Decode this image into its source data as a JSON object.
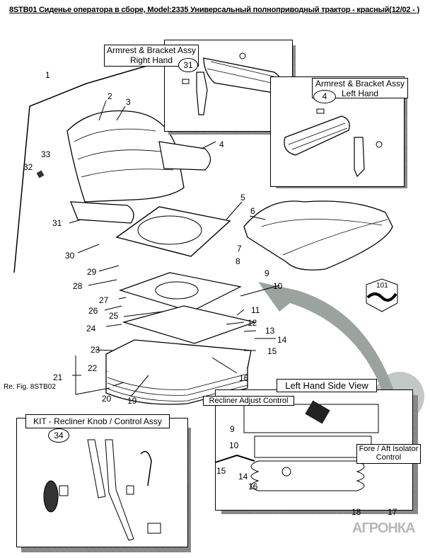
{
  "title": "8STB01 Сиденье оператора в сборе, Model:2335 Универсальный полноприводный трактор - красный(12/02 - )",
  "insets": {
    "right_armrest": {
      "caption_line1": "Armrest & Bracket Assy",
      "caption_line2": "Right Hand",
      "part_no": "31"
    },
    "left_armrest": {
      "caption_line1": "Armrest & Bracket Assy",
      "caption_line2": "Left Hand",
      "part_no": "4"
    },
    "recliner_kit": {
      "caption": "KIT - Recliner Knob / Control Assy",
      "part_no": "34"
    },
    "side_view": {
      "caption": "Left Hand Side View",
      "recliner_label": "Recliner Adjust Control",
      "isolator_label_line1": "Fore / Aft  Isolator",
      "isolator_label_line2": "Control",
      "callouts": [
        "9",
        "10",
        "15",
        "14",
        "16",
        "18",
        "17"
      ]
    }
  },
  "callouts": [
    "1",
    "2",
    "3",
    "4",
    "5",
    "6",
    "7",
    "8",
    "9",
    "10",
    "11",
    "12",
    "13",
    "14",
    "15",
    "16",
    "19",
    "20",
    "21",
    "22",
    "23",
    "24",
    "25",
    "26",
    "27",
    "28",
    "29",
    "30",
    "31",
    "32",
    "33"
  ],
  "reference": "Re: Fig. 8STB02",
  "cushion_kit_badge": "101",
  "watermark": "АГРОНКА"
}
